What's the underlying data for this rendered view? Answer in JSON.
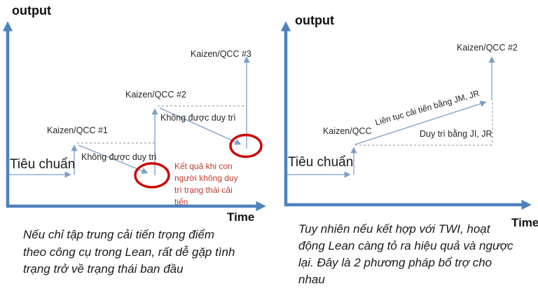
{
  "colors": {
    "axis_blue": "#4f81bd",
    "thin_arrow_blue": "#7f9fc5",
    "dashed_gray": "#9aa6b2",
    "highlight_red": "#cc0000",
    "red_text": "#c23a2e",
    "text_black": "#1f1f1f"
  },
  "left": {
    "output_label": "output",
    "time_label": "Time",
    "standard_label": "Tiêu chuẩn",
    "kaizen1": "Kaizen/QCC #1",
    "kaizen2": "Kaizen/QCC #2",
    "kaizen3": "Kaizen/QCC #3",
    "not_maintained_1": "Không được duy trì",
    "not_maintained_2": "Không được duy trì",
    "failure_note": "Kết quả khi con\nngười không duy\ntrì trạng thái cải\ntiến",
    "caption": "Nếu chỉ tập trung cải tiến trọng điểm\ntheo công cụ trong Lean, rất dễ gặp tình\ntrạng trở về trạng thái ban đầu"
  },
  "right": {
    "output_label": "output",
    "time_label": "Time",
    "standard_label": "Tiêu chuẩn",
    "kaizen": "Kaizen/QCC",
    "kaizen2": "Kaizen/QCC #2",
    "continuous_improve": "Liên tục cải tiến bằng JM, JR",
    "maintain": "Duy trì bằng JI, JR",
    "caption": "Tuy nhiên nếu kết hợp với TWI, hoạt\nđộng Lean càng tỏ ra hiệu quả và ngược\nlại. Đây là 2 phương pháp bổ trợ cho\nnhau"
  }
}
